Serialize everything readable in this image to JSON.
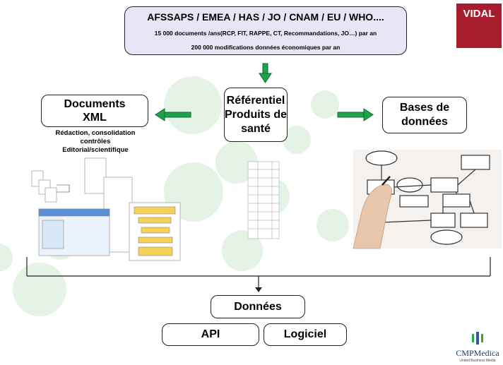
{
  "sources": {
    "title": "AFSSAPS / EMEA / HAS / JO / CNAM / EU / WHO....",
    "line1": "15 000 documents /ans(RCP, FIT, RAPPE, CT, Recommandations, JO…) par an",
    "line2": "200 000 modifications données économiques par an"
  },
  "referentiel": {
    "line1": "Référentiel",
    "line2": "Produits de",
    "line3": "santé"
  },
  "documents": {
    "line1": "Documents",
    "line2": "XML",
    "caption1": "Rédaction, consolidation",
    "caption2": "contrôles",
    "caption3": "Editorial/scientifique"
  },
  "databases": {
    "line1": "Bases de",
    "line2": "données"
  },
  "output": {
    "label": "Données"
  },
  "api": {
    "label": "API"
  },
  "logiciel": {
    "label": "Logiciel"
  },
  "logos": {
    "vidal": "VIDAL",
    "cmp": "CMPMedica",
    "cmp_sub": "United Business Media"
  },
  "colors": {
    "arrow_green": "#1fa24a",
    "header_fill": "#e7e6f7",
    "vidal_red": "#a81d2d",
    "bubble": "#e4f3e6"
  }
}
